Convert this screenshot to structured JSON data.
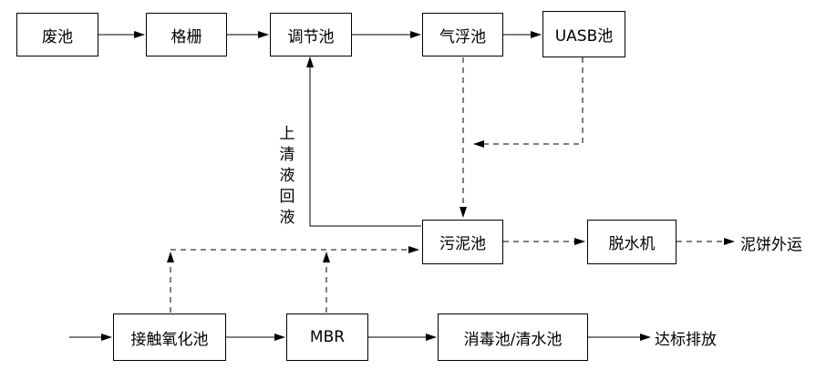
{
  "nodes": {
    "wastewater_pool": "废池",
    "grille": "格栅",
    "regulating_tank": "调节池",
    "air_flotation_tank": "气浮池",
    "uasb_tank": "UASB池",
    "sludge_tank": "污泥池",
    "dewatering_machine": "脱水机",
    "contact_oxidation_tank": "接触氧化池",
    "mbr": "MBR",
    "disinfection_clear_water_tank": "消毒池/清水池"
  },
  "labels": {
    "supernatant_return": "上清液回液",
    "sludge_cake_out": "泥饼外运",
    "discharge": "达标排放"
  }
}
